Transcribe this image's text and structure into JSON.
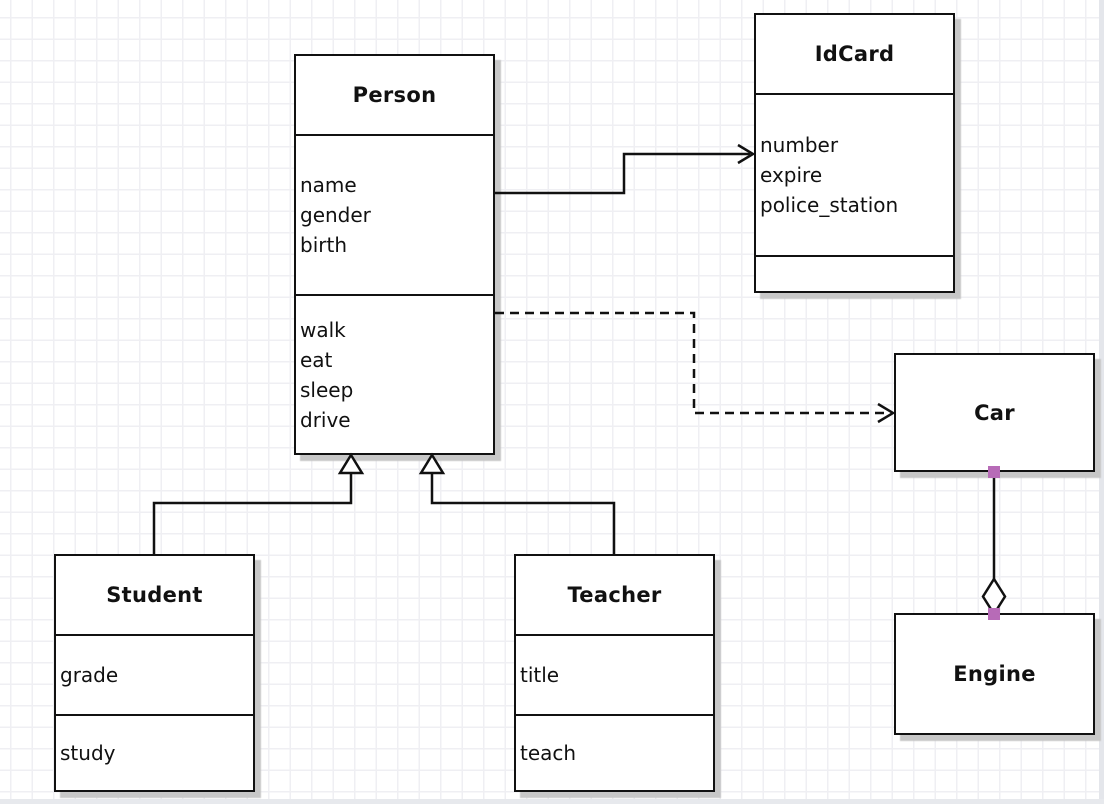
{
  "diagram": {
    "type": "uml-class-diagram",
    "classes": {
      "person": {
        "title": "Person",
        "attributes": [
          "name",
          "gender",
          "birth"
        ],
        "methods": [
          "walk",
          "eat",
          "sleep",
          "drive"
        ]
      },
      "idcard": {
        "title": "IdCard",
        "attributes": [
          "number",
          "expire",
          "police_station"
        ],
        "methods": []
      },
      "car": {
        "title": "Car",
        "attributes": [],
        "methods": []
      },
      "engine": {
        "title": "Engine",
        "attributes": [],
        "methods": []
      },
      "student": {
        "title": "Student",
        "attributes": [
          "grade"
        ],
        "methods": [
          "study"
        ]
      },
      "teacher": {
        "title": "Teacher",
        "attributes": [
          "title"
        ],
        "methods": [
          "teach"
        ]
      }
    },
    "relationships": [
      {
        "type": "association",
        "from": "Person",
        "to": "IdCard",
        "line": "solid",
        "arrow": "open-arrow",
        "selected": false
      },
      {
        "type": "dependency",
        "from": "Person",
        "to": "Car",
        "line": "dashed",
        "arrow": "open-arrow",
        "selected": false
      },
      {
        "type": "generalization",
        "from": "Student",
        "to": "Person",
        "line": "solid",
        "arrow": "hollow-triangle",
        "selected": false
      },
      {
        "type": "generalization",
        "from": "Teacher",
        "to": "Person",
        "line": "solid",
        "arrow": "hollow-triangle",
        "selected": false
      },
      {
        "type": "aggregation",
        "from": "Engine",
        "to": "Car",
        "line": "solid",
        "arrow": "hollow-diamond",
        "selected": true
      }
    ],
    "colors": {
      "line": "#111111",
      "box_fill": "#ffffff",
      "box_shadow": "#c7c7c7",
      "grid": "#efeff3",
      "background": "#ffffff",
      "selection_handle": "#b76bb7"
    }
  }
}
